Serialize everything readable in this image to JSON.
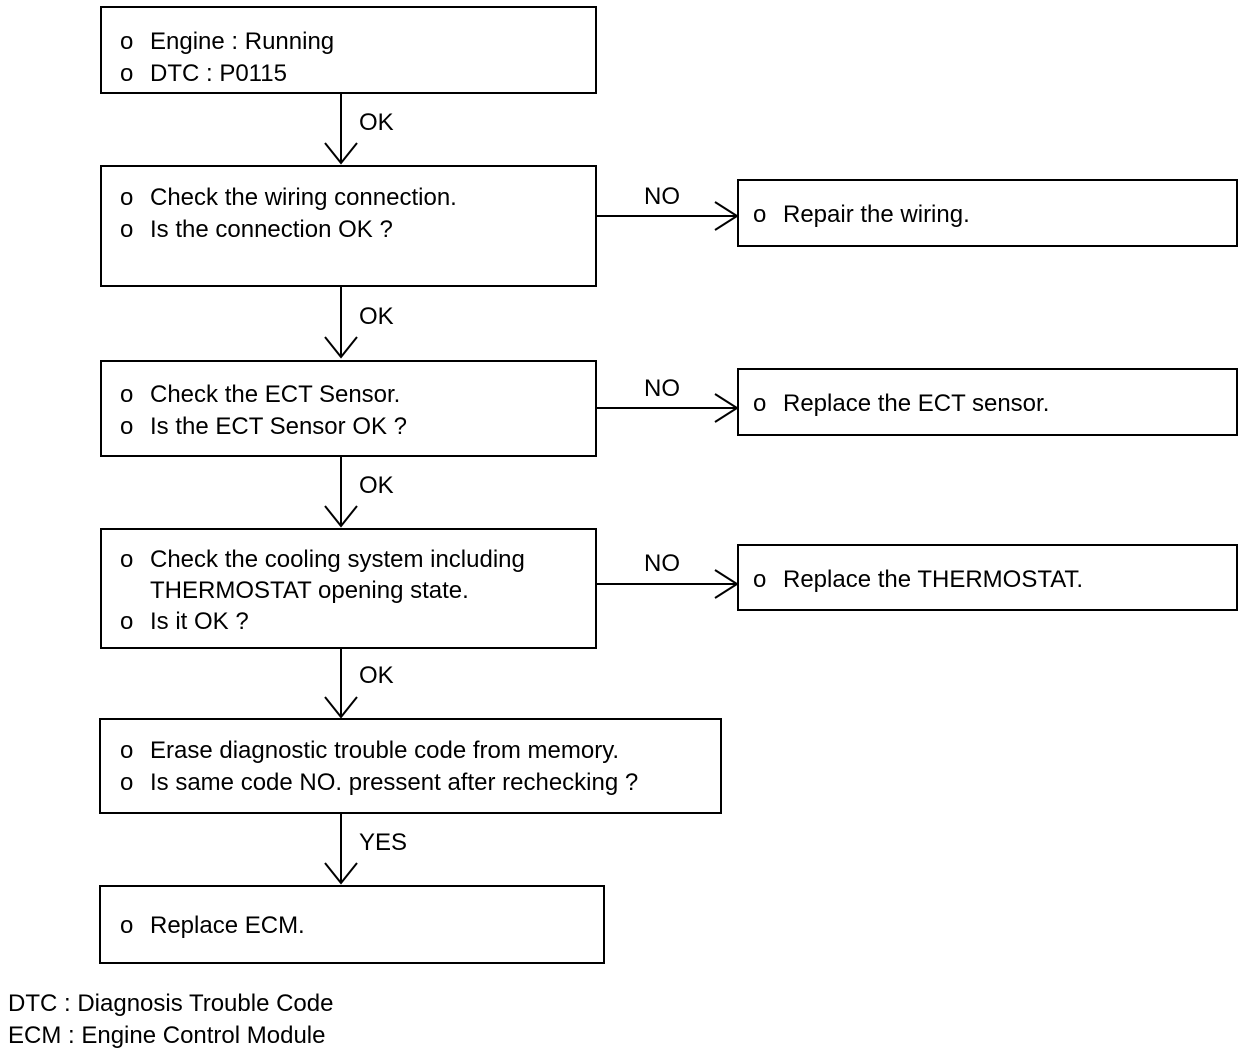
{
  "flowchart": {
    "start": {
      "items": [
        "Engine : Running",
        "DTC : P0115"
      ]
    },
    "check_wiring": {
      "items": [
        "Check the wiring connection.",
        "Is the connection OK ?"
      ]
    },
    "repair_wiring": {
      "items": [
        "Repair the wiring."
      ]
    },
    "check_ect": {
      "items": [
        "Check the ECT Sensor.",
        "Is the ECT Sensor OK ?"
      ]
    },
    "replace_ect": {
      "items": [
        "Replace the ECT sensor."
      ]
    },
    "check_cooling": {
      "line1": "Check the cooling system including",
      "line1_cont": "THERMOSTAT opening state.",
      "line2": "Is it OK ?"
    },
    "replace_thermostat": {
      "items": [
        "Replace the THERMOSTAT."
      ]
    },
    "erase_dtc": {
      "items": [
        "Erase diagnostic trouble code from memory.",
        "Is same code NO. pressent after rechecking ?"
      ]
    },
    "replace_ecm": {
      "items": [
        "Replace ECM."
      ]
    },
    "bullet": "o",
    "labels": {
      "ok": "OK",
      "no": "NO",
      "yes": "YES"
    }
  },
  "legend": [
    "DTC : Diagnosis Trouble Code",
    "ECM : Engine Control Module"
  ]
}
